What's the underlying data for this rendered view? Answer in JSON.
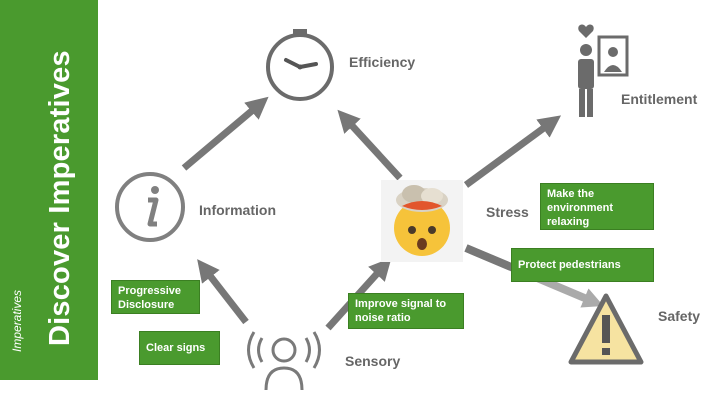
{
  "sidebar": {
    "title": "Discover Imperatives",
    "subtitle": "Imperatives",
    "color": "#4a9a2e"
  },
  "nodes": {
    "efficiency": "Efficiency",
    "entitlement": "Entitlement",
    "information": "Information",
    "stress": "Stress",
    "safety": "Safety",
    "sensory": "Sensory"
  },
  "boxes": {
    "make_relaxing": "Make the\nenvironment\nrelaxing",
    "protect_pedestrians": "Protect pedestrians",
    "progressive_disclosure": "Progressive\nDisclosure",
    "improve_signal": "Improve signal to\nnoise ratio",
    "clear_signs": "Clear signs"
  },
  "icons": [
    "clock-icon",
    "info-icon",
    "exploding-head-emoji",
    "person-heart-mirror-icon",
    "warning-icon",
    "person-signal-icon"
  ],
  "colors": {
    "arrow": "#777777",
    "box": "#4a9a2e",
    "warning_fill": "#f6e3a1"
  }
}
